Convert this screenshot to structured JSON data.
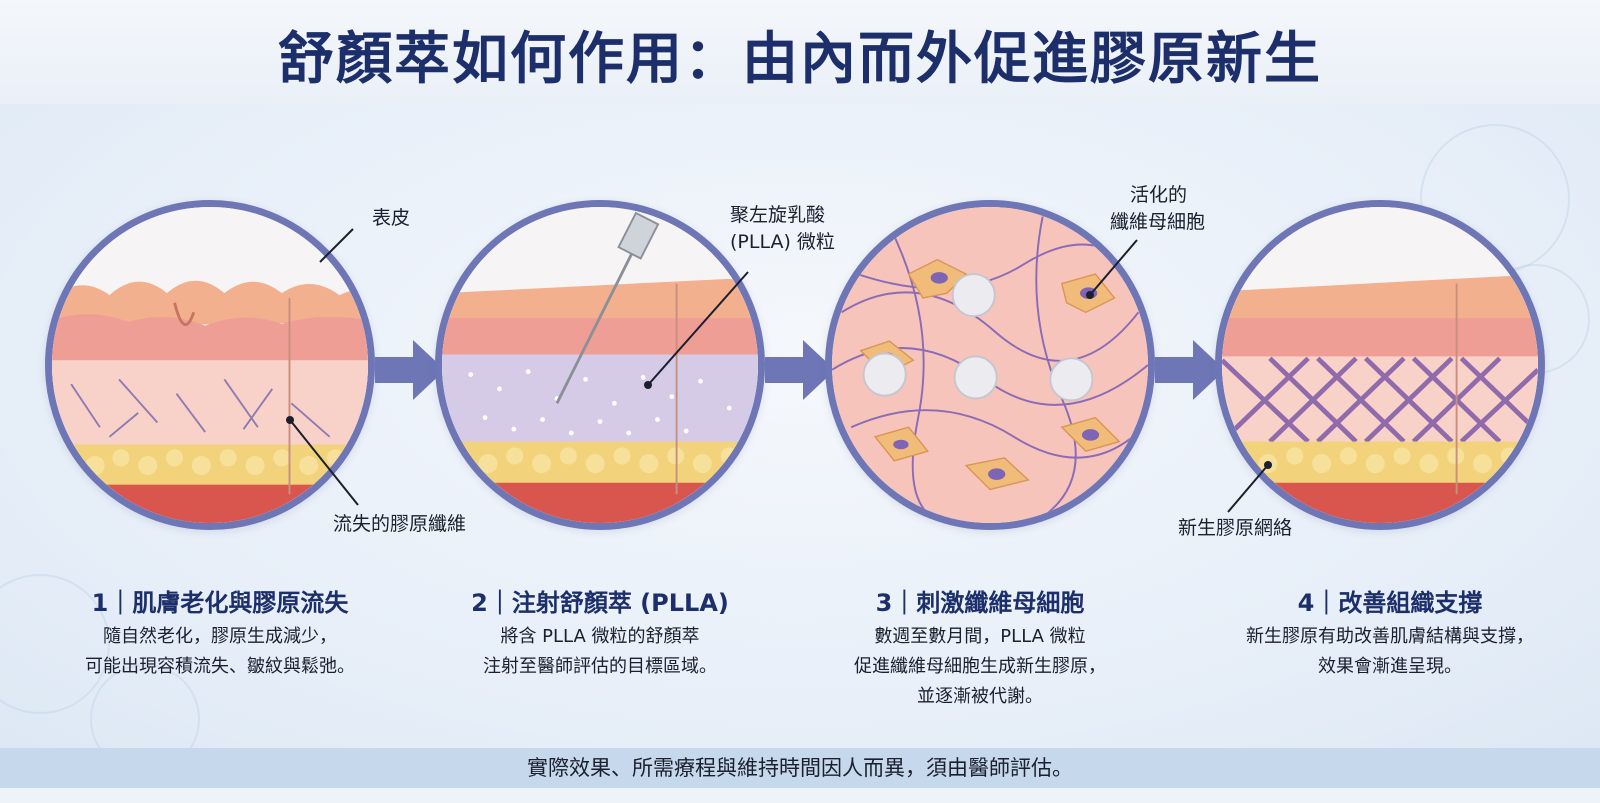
{
  "title": "舒顏萃如何作用：由內而外促進膠原新生",
  "labels": {
    "epidermis": "表皮",
    "lost_collagen": "流失的膠原纖維",
    "plla_line1": "聚左旋乳酸",
    "plla_line2": "(PLLA) 微粒",
    "fibro_line1": "活化的",
    "fibro_line2": "纖維母細胞",
    "new_network": "新生膠原網絡"
  },
  "steps": [
    {
      "title": "1｜肌膚老化與膠原流失",
      "lines": [
        "隨自然老化，膠原生成減少，",
        "可能出現容積流失、皺紋與鬆弛。"
      ]
    },
    {
      "title": "2｜注射舒顏萃 (PLLA)",
      "lines": [
        "將含 PLLA 微粒的舒顏萃",
        "注射至醫師評估的目標區域。"
      ]
    },
    {
      "title": "3｜刺激纖維母細胞",
      "lines": [
        "數週至數月間，PLLA 微粒",
        "促進纖維母細胞生成新生膠原，",
        "並逐漸被代謝。"
      ]
    },
    {
      "title": "4｜改善組織支撐",
      "lines": [
        "新生膠原有助改善肌膚結構與支撐，",
        "效果會漸進呈現。"
      ]
    }
  ],
  "footer": "實際效果、所需療程與維持時間因人而異，須由醫師評估。",
  "colors": {
    "title": "#1d2f6b",
    "ring": "#6e76b6",
    "arrow": "#6e76b6",
    "skin": "#f4b59b",
    "fat": "#f2d27a",
    "collagen": "#7e5aa6",
    "footer_band": "#c6d9ec"
  }
}
